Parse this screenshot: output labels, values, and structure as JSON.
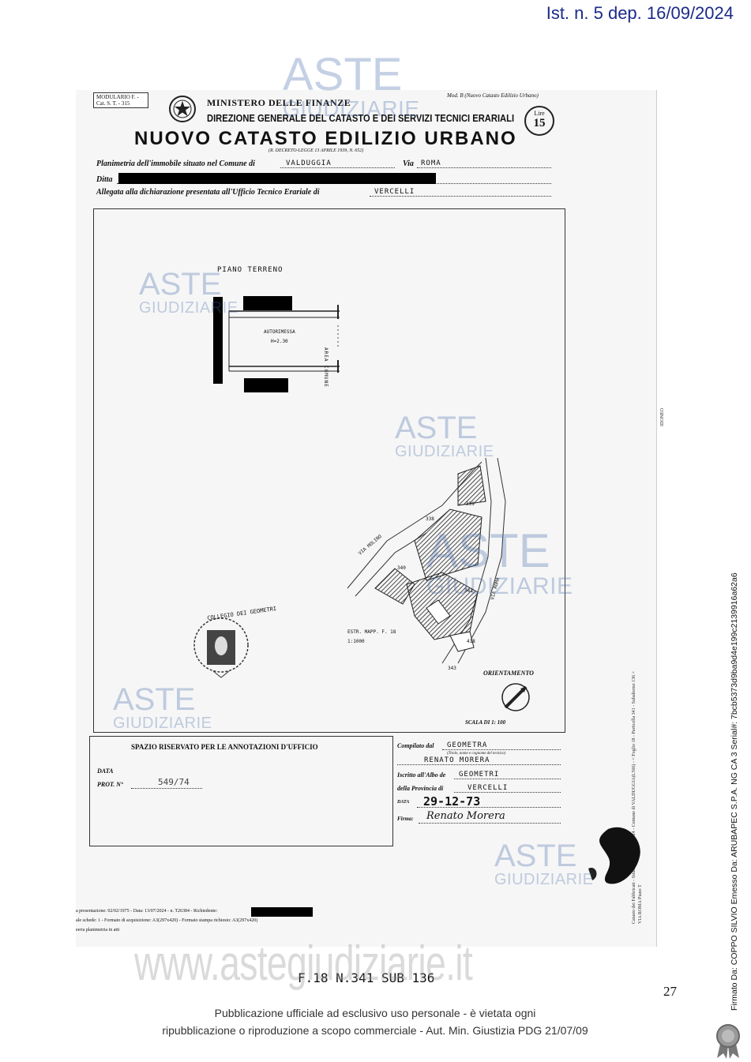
{
  "header": {
    "deposit_ref": "Ist. n. 5 dep. 16/09/2024"
  },
  "form": {
    "modulario": "MODULARIO F. - Cat. S. T. - 315",
    "modulo_b": "Mod. B (Nuovo Catasto Edilizio Urbano)",
    "ministry": "MINISTERO DELLE FINANZE",
    "directorate": "DIREZIONE GENERALE DEL CATASTO E DEI SERVIZI TECNICI ERARIALI",
    "lire_label": "Lire",
    "lire_value": "15",
    "title": "NUOVO CATASTO EDILIZIO URBANO",
    "decree": "(R. DECRETO-LEGGE 13 APRILE 1939, N. 652)",
    "planimetria_label": "Planimetria dell'immobile situato nel Comune di",
    "comune": "VALDUGGIA",
    "via_label": "Via",
    "via": "ROMA",
    "ditta_label": "Ditta",
    "allegata_label": "Allegata alla dichiarazione presentata all'Ufficio Tecnico Erariale di",
    "ufficio": "VERCELLI"
  },
  "drawing": {
    "floor_label": "PIANO TERRENO",
    "room_label": "AUTORIMESSA",
    "room_height": "H=2.30",
    "common_area": "AREA COMUNE",
    "street_label_1": "VIA MOLINO",
    "street_label_2": "VIA ROMA",
    "parcels": [
      "339",
      "338",
      "340",
      "341",
      "343",
      "418"
    ],
    "map_note": "ESTR. MAPP. F. 18  1:1000",
    "orientation_label": "ORIENTAMENTO",
    "scale_label": "SCALA DI 1: 100",
    "stamp_text": "COLLEGIO DEI GEOMETRI"
  },
  "annotations": {
    "title": "SPAZIO RISERVATO PER LE ANNOTAZIONI D'UFFICIO",
    "data_label": "DATA",
    "prot_label": "PROT. N°",
    "prot_value": "549/74"
  },
  "compiler": {
    "compilato_label": "Compilato dal",
    "compilato_value": "GEOMETRA",
    "name_hint": "(Titolo, nome e cognome del tecnico)",
    "name_value": "RENATO MORERA",
    "albo_label": "Iscritto all'Albo de",
    "albo_value": "GEOMETRI",
    "provincia_label": "della Provincia di",
    "provincia_value": "VERCELLI",
    "data_label": "DATA",
    "data_value": "29-12-73",
    "firma_label": "Firma:",
    "firma_value": "Renato Morera"
  },
  "scan_footer": {
    "line1": "a presentazione: 02/02/1975 - Data: 13/07/2024 - n. T26384 - Richiedente:",
    "line2": "ale schede: 1 - Formato di acquisizione: A3(297x420) - Formato stampa richiesto: A3(297x420)",
    "line3": "ента planimetria in atti",
    "vertical_1": "Catasto dei Fabbricati - Situazione al 13/07/2024 - Comune di VALDUGGIA(L566) - < Foglio 18 - Particella 341 - Subalterno 136 >",
    "vertical_2": "VIA ROMA Piano T",
    "vertical_right": "IDONEO"
  },
  "footer": {
    "reference": "F.18 N.341 SUB 136",
    "page_number": "27",
    "notice_line1": "Pubblicazione ufficiale ad esclusivo uso personale - è vietata ogni",
    "notice_line2": "ripubblicazione o riproduzione a scopo commerciale - Aut. Min. Giustizia PDG 21/07/09"
  },
  "watermarks": {
    "aste": "ASTE",
    "giudiziarie": "GIUDIZIARIE",
    "site": "www.astegiudiziarie.it"
  },
  "signature": {
    "text": "Firmato Da: COPPO SILVIO Emesso Da: ARUBAPEC S.P.A. NG CA 3 Serial#: 7bcb5373d9ba9d4e199c2139916a62a6"
  }
}
